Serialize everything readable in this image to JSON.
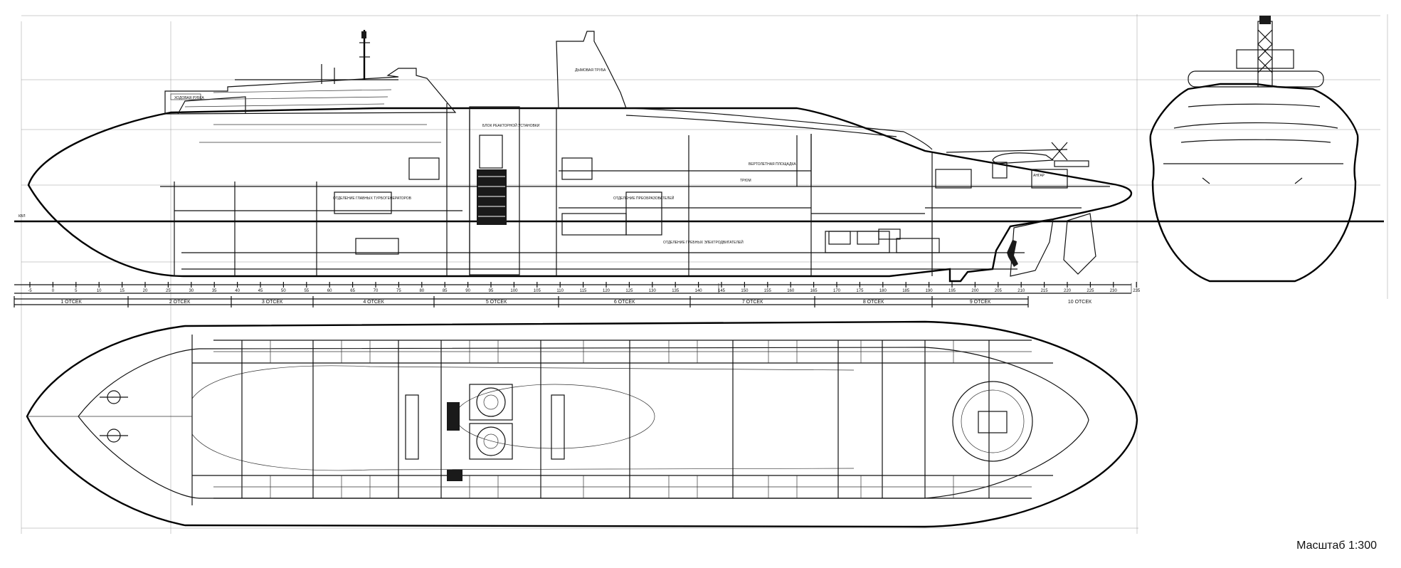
{
  "scale_label": "Масштаб 1:300",
  "frame_ticks": [
    "-5",
    "0",
    "5",
    "10",
    "15",
    "20",
    "25",
    "30",
    "35",
    "40",
    "45",
    "50",
    "55",
    "60",
    "65",
    "70",
    "75",
    "80",
    "85",
    "90",
    "95",
    "100",
    "105",
    "110",
    "115",
    "120",
    "125",
    "130",
    "135",
    "140",
    "145",
    "150",
    "155",
    "160",
    "165",
    "170",
    "175",
    "180",
    "185",
    "190",
    "195",
    "200",
    "205",
    "210",
    "215",
    "220",
    "225",
    "230",
    "235"
  ],
  "compartments": [
    "1 ОТСЕК",
    "2 ОТСЕК",
    "3 ОТСЕК",
    "4 ОТСЕК",
    "5 ОТСЕК",
    "6 ОТСЕК",
    "7 ОТСЕК",
    "8 ОТСЕК",
    "9 ОТСЕК",
    "10 ОТСЕК"
  ],
  "profile_labels": {
    "rudder_house": "ХОДОВАЯ РУБКА",
    "reactor": "БЛОК РЕАКТОРНОЙ УСТАНОВКИ",
    "main_engine": "ОТДЕЛЕНИЕ ГЛАВНЫХ ТУРБОГЕНЕРАТОРОВ",
    "converters": "ОТДЕЛЕНИЕ ПРЕОБРАЗОВАТЕЛЕЙ",
    "electric_motors": "ОТДЕЛЕНИЕ ГРЕБНЫХ ЭЛЕКТРОДВИГАТЕЛЕЙ",
    "holds": "ТРЮМ",
    "helideck": "ВЕРТОЛЕТНАЯ ПЛОЩАДКА",
    "hangar": "АНГАР",
    "funnel": "ДЫМОВАЯ ТРУБА"
  },
  "colors": {
    "line": "#111111",
    "background": "#ffffff",
    "grid": "#9a9a9a"
  }
}
